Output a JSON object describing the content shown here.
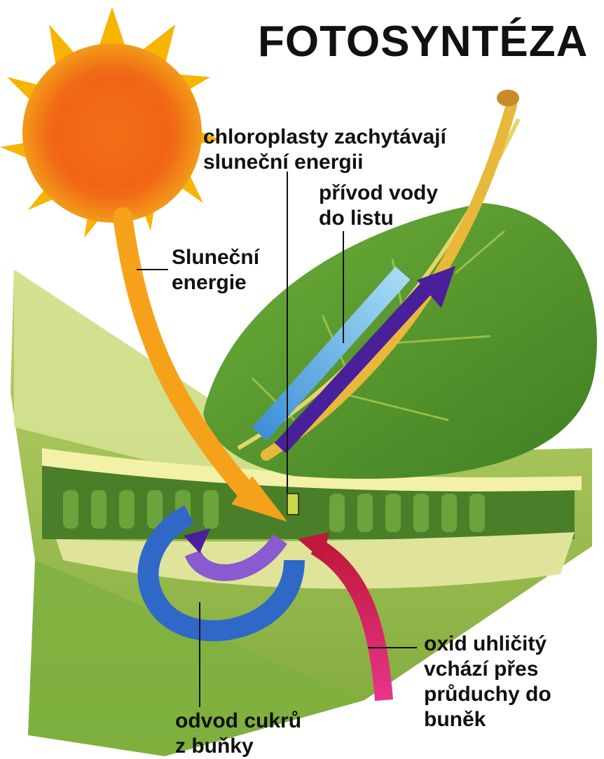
{
  "title": "FOTOSYNTÉZA",
  "labels": {
    "chloroplasts": {
      "line1": "chloroplasty zachytávají",
      "line2": "sluneční energii"
    },
    "water": {
      "line1": "přívod vody",
      "line2": "do listu"
    },
    "sun": {
      "line1": "Sluneční",
      "line2": "energie"
    },
    "co2": {
      "line1": "oxid uhličitý",
      "line2": "vchází přes",
      "line3": "průduchy do",
      "line4": "buněk"
    },
    "sugar": {
      "line1": "odvod cukrů",
      "line2": "z buňky"
    }
  },
  "colors": {
    "sun_core": "#f05a14",
    "sun_rays": "#f7b800",
    "leaf_green": "#5c9e2c",
    "leaf_light": "#c9dc7a",
    "water_arrow": "#5fb3e8",
    "sugar_outer": "#3068c8",
    "sugar_inner": "#5a1fa0",
    "co2_arrow": "#e0246e",
    "energy_arrow": "#f5a21a"
  }
}
